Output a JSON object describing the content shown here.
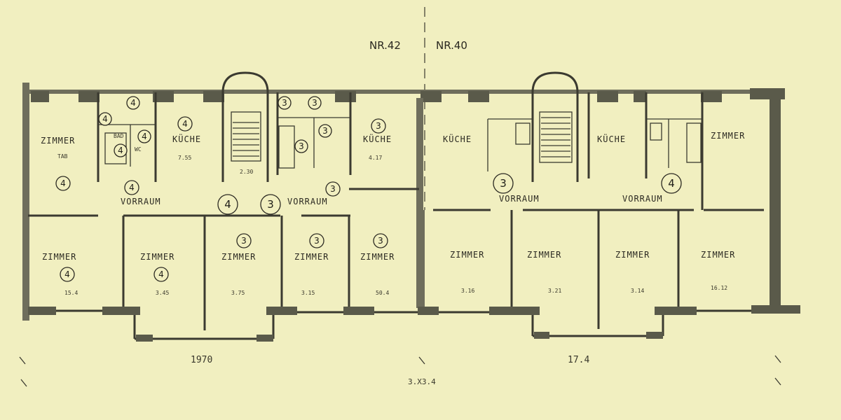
{
  "header": {
    "left_number": "NR.42",
    "right_number": "NR.40"
  },
  "rooms": {
    "zimmer_left": "ZIMMER",
    "zimmer_left_area": "TAB",
    "kueche_1": "KÜCHE",
    "kueche_1_area": "7.55",
    "kueche_2": "KÜCHE",
    "kueche_2_area": "4.17",
    "kueche_3": "KÜCHE",
    "kueche_4": "KÜCHE",
    "vorraum_1": "VORRAUM",
    "vorraum_2": "VORRAUM",
    "vorraum_3": "VORRAUM",
    "vorraum_4": "VORRAUM",
    "bad": "BAD",
    "wc": "WC",
    "zimmer_row": [
      "ZIMMER",
      "ZIMMER",
      "ZIMMER",
      "ZIMMER",
      "ZIMMER",
      "ZIMMER",
      "ZIMMER",
      "ZIMMER",
      "ZIMMER",
      "ZIMMER"
    ],
    "zimmer_row_areas": [
      "15.4",
      "3.45",
      "3.75",
      "3.15",
      "50.4",
      "3.16",
      "3.21",
      "3.14",
      "16.12"
    ],
    "stair_area": "2.30"
  },
  "markers": {
    "m1": "4",
    "m2": "4",
    "m3": "4",
    "m4": "4",
    "m5": "4",
    "m6": "4",
    "m7": "4",
    "m8": "3",
    "m9": "3",
    "m10": "3",
    "m11": "3",
    "m12": "3",
    "m13": "3",
    "m14": "4",
    "m15": "3",
    "m16": "3",
    "m17": "3",
    "m18": "3",
    "m19": "3",
    "m20": "4",
    "m21": "4",
    "m22": "3",
    "m23": "4"
  },
  "dimensions": {
    "left": "1970",
    "right": "17.4",
    "total": "3.X3.4"
  },
  "colors": {
    "paper": "#f1efc0",
    "ink": "#2c2a22",
    "wall": "#6f6e5c"
  }
}
